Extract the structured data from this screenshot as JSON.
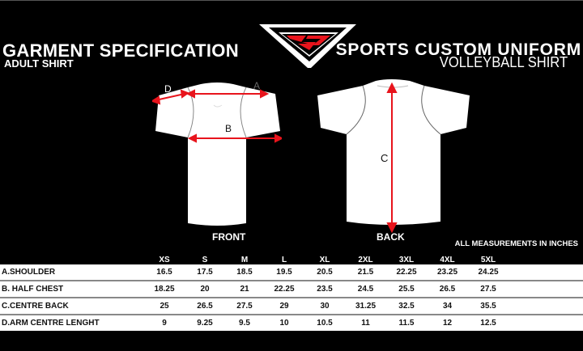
{
  "header": {
    "title_left": "GARMENT SPECIFICATION",
    "subtitle_left": "ADULT SHIRT",
    "title_right": "SPORTS CUSTOM UNIFORM",
    "subtitle_right": "VOLLEYBALL SHIRT"
  },
  "logo": {
    "icon": "sports-s-logo-icon",
    "colors": {
      "red": "#e8141c",
      "white": "#ffffff",
      "black": "#000000"
    }
  },
  "diagram": {
    "front": {
      "label": "FRONT",
      "markers": {
        "a": "A",
        "b": "B",
        "d": "D"
      }
    },
    "back": {
      "label": "BACK",
      "markers": {
        "c": "C"
      }
    },
    "arrow_color": "#e8141c"
  },
  "note": "ALL MEASUREMENTS IN INCHES",
  "table": {
    "sizes": [
      "XS",
      "S",
      "M",
      "L",
      "XL",
      "2XL",
      "3XL",
      "4XL",
      "5XL"
    ],
    "rows": [
      {
        "label": "A.SHOULDER",
        "values": [
          "16.5",
          "17.5",
          "18.5",
          "19.5",
          "20.5",
          "21.5",
          "22.25",
          "23.25",
          "24.25"
        ]
      },
      {
        "label": "B. HALF CHEST",
        "values": [
          "18.25",
          "20",
          "21",
          "22.25",
          "23.5",
          "24.5",
          "25.5",
          "26.5",
          "27.5"
        ]
      },
      {
        "label": "C.CENTRE BACK",
        "values": [
          "25",
          "26.5",
          "27.5",
          "29",
          "30",
          "31.25",
          "32.5",
          "34",
          "35.5"
        ]
      },
      {
        "label": "D.ARM CENTRE LENGHT",
        "values": [
          "9",
          "9.25",
          "9.5",
          "10",
          "10.5",
          "11",
          "11.5",
          "12",
          "12.5"
        ]
      }
    ]
  }
}
